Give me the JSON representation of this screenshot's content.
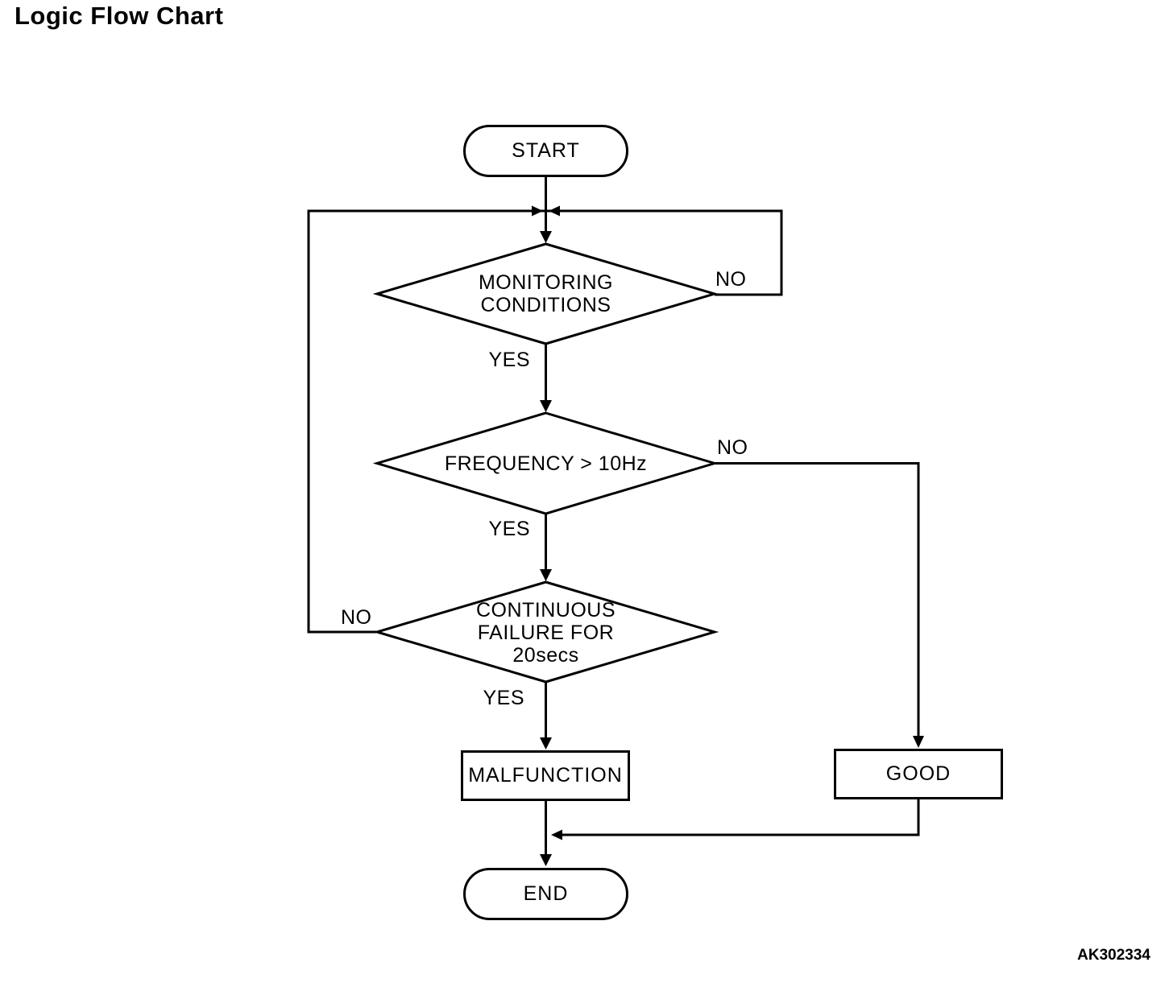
{
  "page": {
    "title": "Logic Flow Chart",
    "figure_code": "AK302334"
  },
  "nodes": {
    "start": {
      "label": "START"
    },
    "monitoring": {
      "label": "MONITORING\nCONDITIONS"
    },
    "frequency": {
      "label": "FREQUENCY > 10Hz"
    },
    "continuous": {
      "label": "CONTINUOUS\nFAILURE FOR\n20secs"
    },
    "malfunction": {
      "label": "MALFUNCTION"
    },
    "good": {
      "label": "GOOD"
    },
    "end": {
      "label": "END"
    }
  },
  "edges": {
    "monitoring_yes": "YES",
    "monitoring_no": "NO",
    "frequency_yes": "YES",
    "frequency_no": "NO",
    "continuous_yes": "YES",
    "continuous_no": "NO"
  },
  "colors": {
    "line": "#000000",
    "background": "#ffffff"
  }
}
